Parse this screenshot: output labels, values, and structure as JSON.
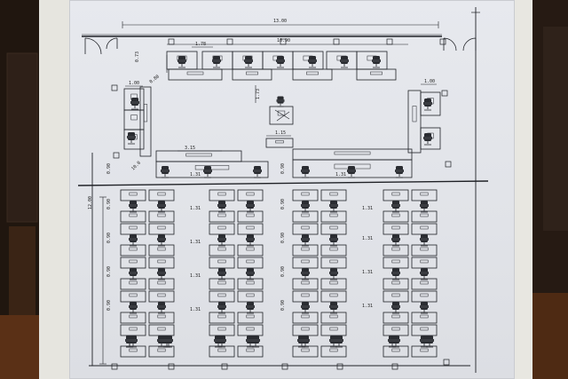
{
  "colors": {
    "ink": "#1f2126",
    "paper": "#e4e6eb",
    "backdrop": "#2a1d16",
    "board": "#ecebe5"
  },
  "dimensions": {
    "overall_width": "13.00",
    "inner_width": "10.90",
    "top_desk_width": "1.78",
    "top_desk_depth": "0.73",
    "left_corner_w": "1.00",
    "left_corner_d": "0.80",
    "right_corner_w": "1.00",
    "center_gap": "1.73",
    "mid_left_width": "3.15",
    "mid_center_width": "1.15",
    "aisle_label": "1.31",
    "row_depth": "0.90",
    "overall_height": "12.00",
    "total_height": "10.0"
  },
  "icons": {
    "chair": "office-chair-icon",
    "desk": "desk-icon",
    "door": "door-swing-icon",
    "outlet": "floor-outlet-icon"
  }
}
